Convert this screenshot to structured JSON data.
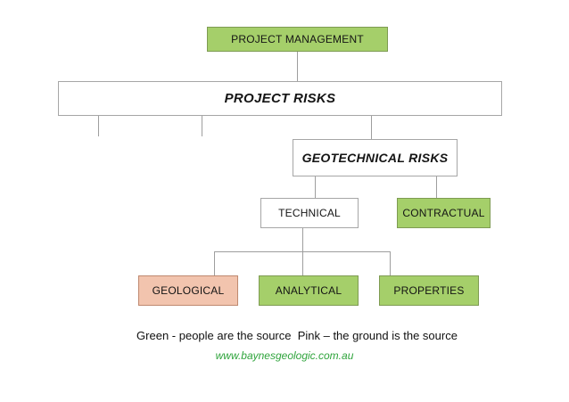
{
  "diagram": {
    "nodes": {
      "project_management": {
        "label": "PROJECT MANAGEMENT"
      },
      "project_risks": {
        "label": "PROJECT RISKS"
      },
      "geotechnical_risks": {
        "label": "GEOTECHNICAL RISKS"
      },
      "technical": {
        "label": "TECHNICAL"
      },
      "contractual": {
        "label": "CONTRACTUAL"
      },
      "geological": {
        "label": "GEOLOGICAL"
      },
      "analytical": {
        "label": "ANALYTICAL"
      },
      "properties": {
        "label": "PROPERTIES"
      }
    },
    "legend_text": "Green - people are the source  Pink – the ground is the source",
    "website_text": "www.baynesgeologic.com.au",
    "colors": {
      "green_fill": "#a5cf6a",
      "green_border": "#7e9b52",
      "pink_fill": "#f2c4ae",
      "pink_border": "#bf8970",
      "white_box_border": "#a6a6a6",
      "connector_line": "#9e9e9e",
      "website_green": "#2fa43c"
    }
  }
}
